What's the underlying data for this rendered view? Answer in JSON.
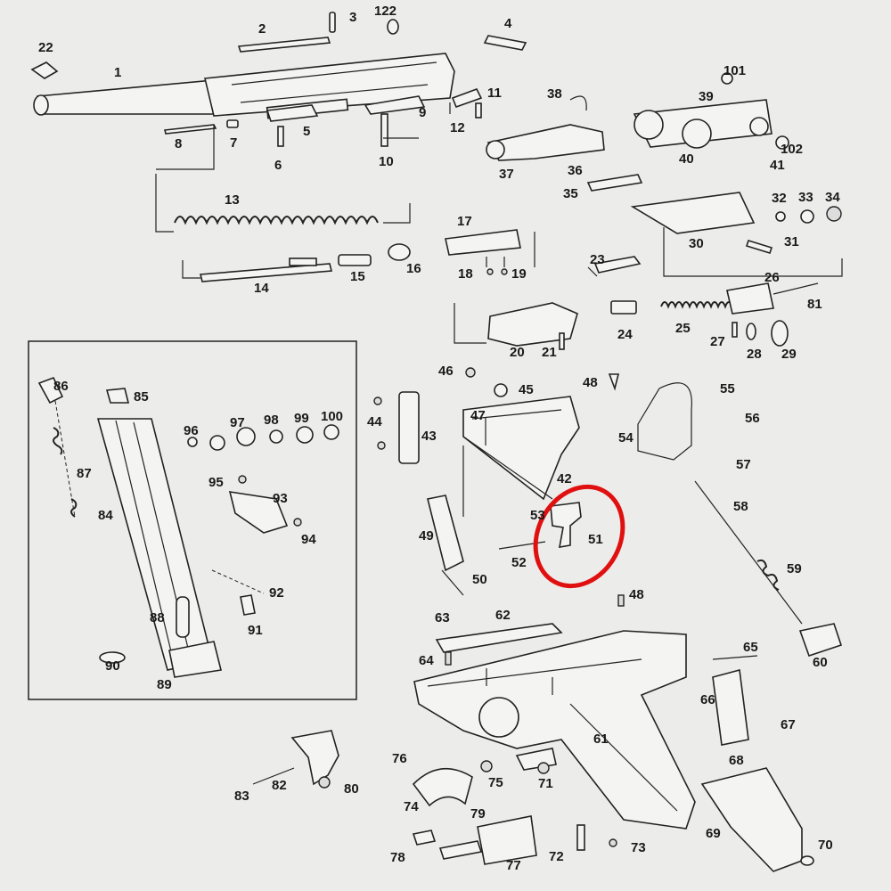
{
  "diagram": {
    "part_labels": [
      "1",
      "2",
      "3",
      "4",
      "5",
      "6",
      "7",
      "8",
      "9",
      "10",
      "11",
      "12",
      "13",
      "14",
      "15",
      "16",
      "17",
      "18",
      "19",
      "20",
      "21",
      "22",
      "23",
      "24",
      "25",
      "26",
      "27",
      "28",
      "29",
      "30",
      "31",
      "32",
      "33",
      "34",
      "35",
      "36",
      "37",
      "38",
      "39",
      "40",
      "41",
      "42",
      "43",
      "44",
      "45",
      "46",
      "47",
      "48",
      "48",
      "49",
      "50",
      "51",
      "52",
      "53",
      "54",
      "55",
      "56",
      "57",
      "58",
      "59",
      "60",
      "61",
      "62",
      "63",
      "64",
      "65",
      "66",
      "67",
      "68",
      "69",
      "70",
      "71",
      "72",
      "73",
      "74",
      "75",
      "76",
      "77",
      "78",
      "79",
      "80",
      "81",
      "82",
      "83",
      "84",
      "85",
      "86",
      "87",
      "88",
      "89",
      "90",
      "91",
      "92",
      "93",
      "94",
      "95",
      "96",
      "97",
      "98",
      "99",
      "100",
      "101",
      "102",
      "122"
    ],
    "highlight": {
      "color": "#e01010"
    },
    "colors": {
      "background": "#ececea",
      "line": "#222222"
    }
  }
}
